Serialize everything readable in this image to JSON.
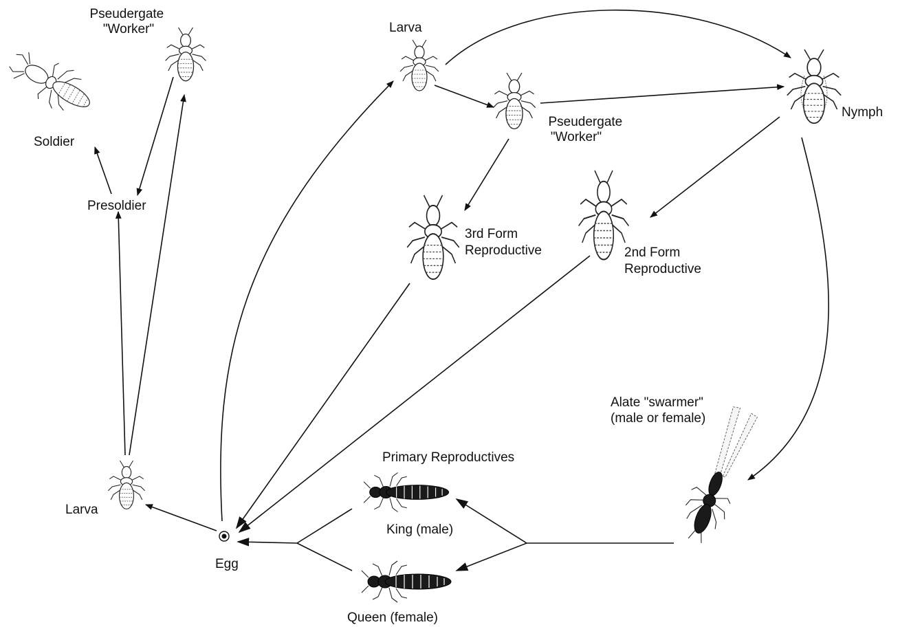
{
  "labels": {
    "pseudergate_worker_left": [
      "Pseudergate",
      "\"Worker\""
    ],
    "soldier": "Soldier",
    "presoldier": "Presoldier",
    "larva_left": "Larva",
    "egg": "Egg",
    "larva_top": "Larva",
    "pseudergate_worker_center": [
      "Pseudergate",
      "\"Worker\""
    ],
    "nymph": "Nymph",
    "third_form": [
      "3rd Form",
      "Reproductive"
    ],
    "second_form": [
      "2nd Form",
      "Reproductive"
    ],
    "alate": [
      "Alate \"swarmer\"",
      "(male or female)"
    ],
    "primary_reproductives": "Primary Reproductives",
    "king": "King (male)",
    "queen": "Queen (female)"
  }
}
